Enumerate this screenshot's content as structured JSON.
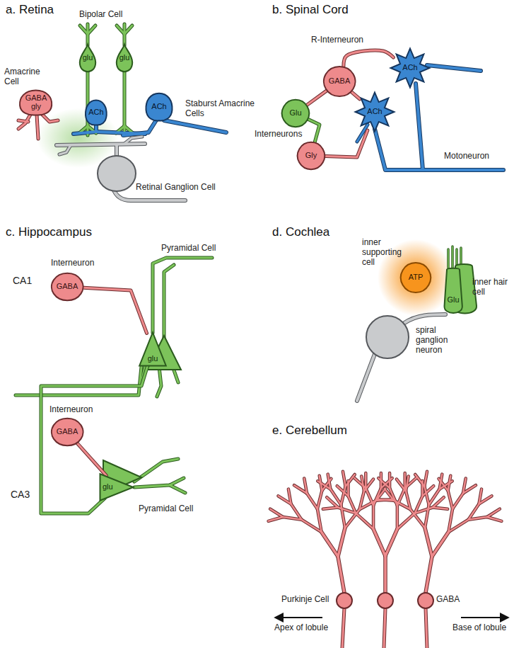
{
  "diagram": {
    "nodes": [
      {
        "text": [
          "GABA gly"
        ]
      },
      {
        "text": [
          "glu"
        ]
      },
      {
        "text": [
          "glu"
        ]
      },
      {
        "text": [
          "ACh"
        ]
      },
      {
        "text": [
          "ACh"
        ]
      },
      {
        "text": [
          "GABA"
        ]
      },
      {
        "text": [
          "Glu"
        ]
      },
      {
        "text": [
          "Gly"
        ]
      },
      {
        "text": [
          "ACh"
        ]
      },
      {
        "text": [
          "ACh"
        ]
      },
      {
        "text": [
          "GABA"
        ]
      },
      {
        "text": [
          "glu"
        ]
      },
      {
        "text": [
          "GABA"
        ]
      },
      {
        "text": [
          "glu"
        ]
      },
      {
        "text": [
          "ATP"
        ]
      },
      {
        "text": [
          "Glu"
        ]
      }
    ],
    "edges": [
      {
        "from": 5,
        "to": 8,
        "arrow": "none"
      },
      {
        "from": 5,
        "to": 9,
        "arrow": "none"
      },
      {
        "from": 5,
        "to": 6,
        "arrow": "none"
      },
      {
        "from": 6,
        "to": 7,
        "arrow": "none"
      },
      {
        "from": 7,
        "to": 9,
        "arrow": "none"
      },
      {
        "from": 10,
        "to": 11,
        "arrow": "none"
      },
      {
        "from": 12,
        "to": 13,
        "arrow": "none"
      },
      {
        "from": 13,
        "to": 11,
        "arrow": "none"
      }
    ],
    "labels": [
      "a. Retina",
      "Bipolar Cell",
      "Amacrine Cell",
      "Staburst Amacrine Cells",
      "Retinal Ganglion Cell",
      "b. Spinal Cord",
      "R-Interneuron",
      "Interneurons",
      "Motoneuron",
      "c. Hippocampus",
      "CA1",
      "Interneuron",
      "Pyramidal Cell",
      "Interneuron",
      "CA3",
      "Pyramidal Cell",
      "d. Cochlea",
      "inner supporting cell",
      "inner hair cell",
      "spiral ganglion neuron",
      "e. Cerebellum",
      "Purkinje Cell",
      "GABA",
      "Apex of lobule",
      "Base of lobule"
    ]
  }
}
